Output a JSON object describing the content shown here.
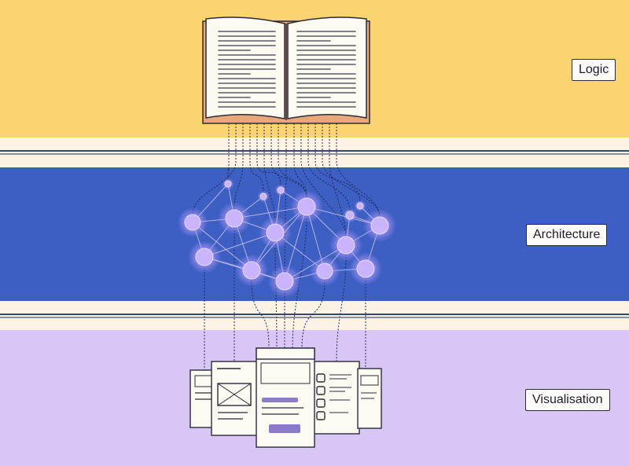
{
  "bands": {
    "logic": {
      "label": "Logic",
      "color": "#f9d470"
    },
    "architecture": {
      "label": "Architecture",
      "color": "#3d5fc3"
    },
    "visualisation": {
      "label": "Visualisation",
      "color": "#d8c6f5"
    }
  },
  "colors": {
    "separator": "#fbf4e4",
    "line": "#1f2a5a",
    "node": "#cbb4ff",
    "node_glow": "#b89cff",
    "book_cover": "#e8a877",
    "paper": "#fdfaf2",
    "outline": "#2b2b3b",
    "accent": "#8d79c9"
  },
  "icons": {
    "book": "open-book-illustration",
    "network": "node-network-graph",
    "wireframes": "ui-wireframe-screens"
  }
}
